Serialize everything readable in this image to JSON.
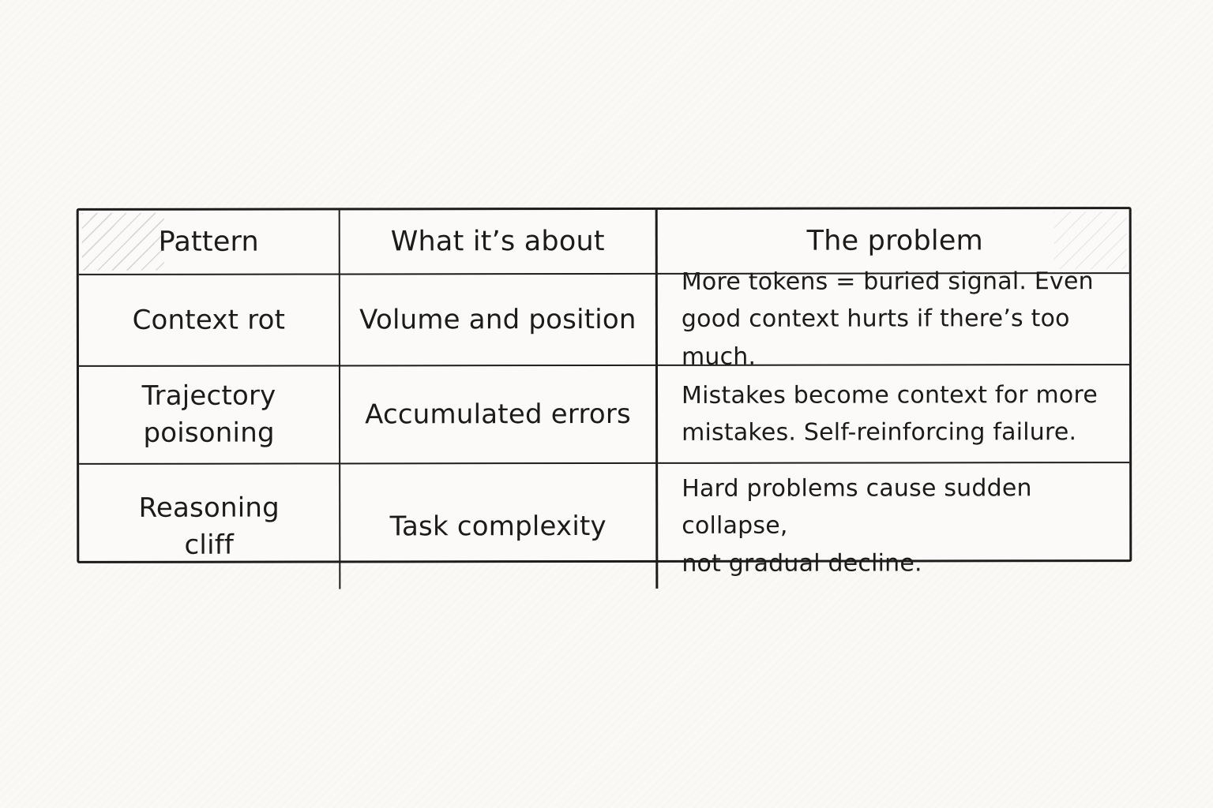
{
  "figure": {
    "background_color": "#faf9f6",
    "ink_color": "#1b1b1b",
    "hatch_color": "#9a9a9a",
    "style": "hand-drawn table sketch"
  },
  "table": {
    "headers": {
      "pattern": "Pattern",
      "about": "What it’s about",
      "problem": "The problem"
    },
    "rows": [
      {
        "pattern": [
          "Context rot"
        ],
        "about": "Volume and position",
        "problem": [
          "More tokens = buried signal. Even",
          "good context hurts if there’s too much."
        ]
      },
      {
        "pattern": [
          "Trajectory",
          "poisoning"
        ],
        "about": "Accumulated errors",
        "problem": [
          "Mistakes become context for more",
          "mistakes. Self-reinforcing failure."
        ]
      },
      {
        "pattern": [
          "Reasoning",
          "cliff"
        ],
        "about": "Task complexity",
        "problem": [
          "Hard problems cause sudden collapse,",
          "not gradual decline."
        ]
      }
    ]
  }
}
